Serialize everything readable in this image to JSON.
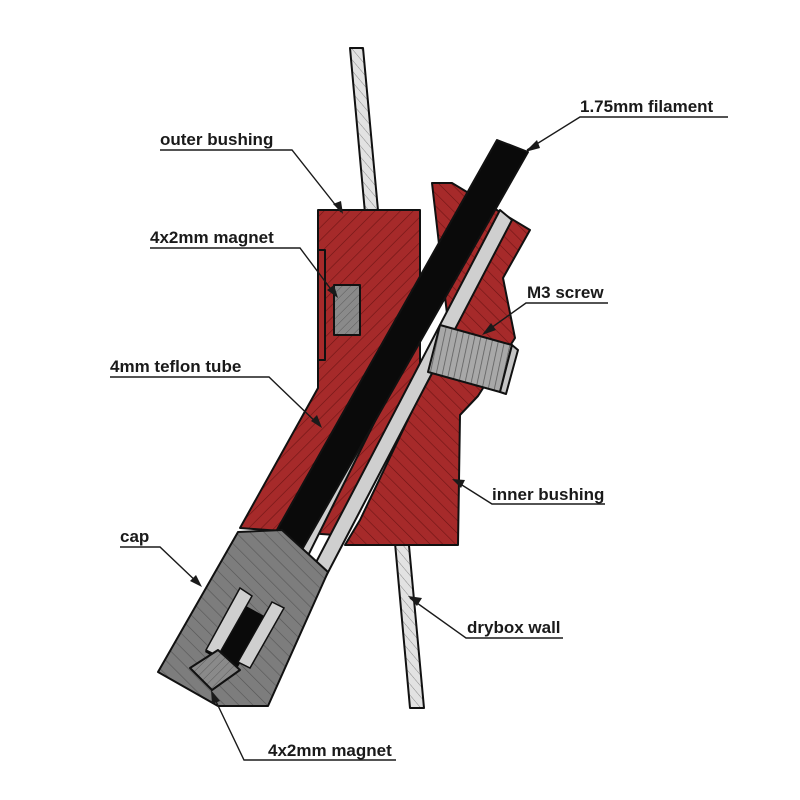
{
  "labels": {
    "filament": "1.75mm filament",
    "outer_bushing": "outer bushing",
    "magnet_top": "4x2mm magnet",
    "m3_screw": "M3 screw",
    "teflon_tube": "4mm teflon tube",
    "inner_bushing": "inner bushing",
    "cap": "cap",
    "drybox_wall": "drybox wall",
    "magnet_bottom": "4x2mm magnet"
  },
  "colors": {
    "bushing": "#a62a2a",
    "bushing_hatch": "#6e1414",
    "cap": "#7d7d7d",
    "teflon": "#cfcfcf",
    "filament": "#0a0a0a",
    "wall": "#e2e2e2",
    "magnet": "#8a8a8a",
    "screw": "#a8a8a8"
  }
}
